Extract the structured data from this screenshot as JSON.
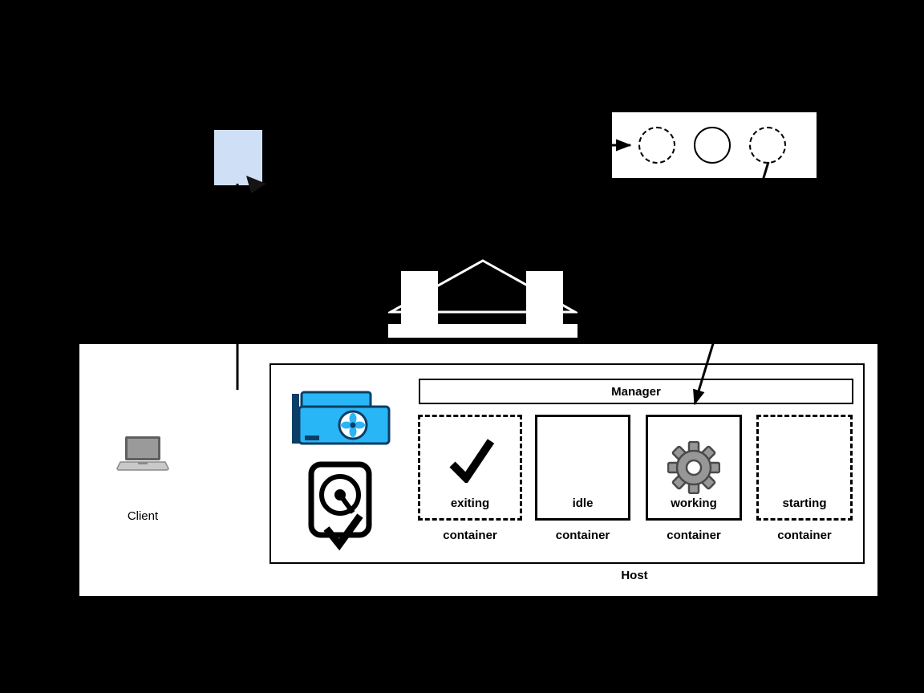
{
  "colors": {
    "background": "#000000",
    "note_fill": "#cfe0f6",
    "gpu_blue": "#29b6f6",
    "gpu_outline": "#0b3d66",
    "gear_gray": "#979797",
    "panel_white": "#ffffff",
    "line_black": "#000000"
  },
  "note": {
    "icon": "document-note-icon"
  },
  "worker_queue": {
    "circles": [
      {
        "style": "dashed"
      },
      {
        "style": "solid"
      },
      {
        "style": "dashed"
      }
    ]
  },
  "gateway": {
    "icon": "bank-building-icon"
  },
  "host": {
    "label": "Host",
    "client": {
      "label": "Client",
      "icon": "laptop-icon"
    },
    "manager": {
      "label": "Manager"
    },
    "resources": [
      {
        "icon": "gpu-icon"
      },
      {
        "icon": "hdd-icon"
      }
    ],
    "containers": [
      {
        "state": "exiting",
        "caption": "container",
        "border": "dashed",
        "icon": "checkmark-icon"
      },
      {
        "state": "idle",
        "caption": "container",
        "border": "solid",
        "icon": ""
      },
      {
        "state": "working",
        "caption": "container",
        "border": "solid",
        "icon": "gear-icon"
      },
      {
        "state": "starting",
        "caption": "container",
        "border": "dashed",
        "icon": ""
      }
    ]
  }
}
